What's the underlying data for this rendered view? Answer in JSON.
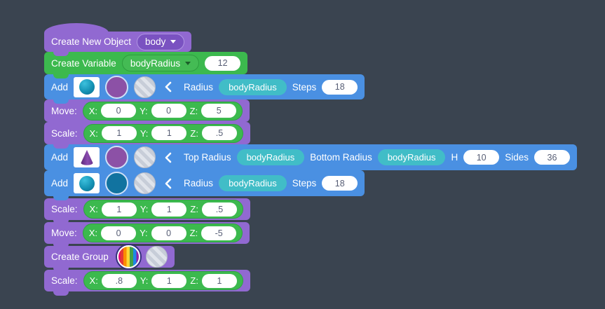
{
  "colors": {
    "background": "#3a4450",
    "purple_block": "#9169d1",
    "green_block": "#3cb94e",
    "blue_block": "#4a90e2",
    "variable_pill": "#41bdc7",
    "input_text": "#575e75"
  },
  "icons": {
    "shape_previews": [
      "sphere-icon",
      "cone-icon"
    ],
    "swatches": [
      "color-swatch",
      "material-swatch",
      "rainbow-color-swatch"
    ],
    "controls": [
      "collapse-chevron-icon",
      "dropdown-caret-icon"
    ]
  },
  "axis": {
    "x": "X:",
    "y": "Y:",
    "z": "Z:"
  },
  "blocks": [
    {
      "label": "Create New Object",
      "dropdown": "body"
    },
    {
      "label": "Create Variable",
      "dropdown": "bodyRadius",
      "value": "12"
    },
    {
      "label": "Add",
      "shape": "sphere",
      "radius_label": "Radius",
      "radius_var": "bodyRadius",
      "steps_label": "Steps",
      "steps_value": "18"
    },
    {
      "label": "Move:",
      "x": "0",
      "y": "0",
      "z": "5"
    },
    {
      "label": "Scale:",
      "x": "1",
      "y": "1",
      "z": ".5"
    },
    {
      "label": "Add",
      "shape": "cone",
      "top_radius_label": "Top Radius",
      "top_radius_var": "bodyRadius",
      "bottom_radius_label": "Bottom Radius",
      "bottom_radius_var": "bodyRadius",
      "h_label": "H",
      "h_value": "10",
      "sides_label": "Sides",
      "sides_value": "36"
    },
    {
      "label": "Add",
      "shape": "sphere",
      "radius_label": "Radius",
      "radius_var": "bodyRadius",
      "steps_label": "Steps",
      "steps_value": "18"
    },
    {
      "label": "Scale:",
      "x": "1",
      "y": "1",
      "z": ".5"
    },
    {
      "label": "Move:",
      "x": "0",
      "y": "0",
      "z": "-5"
    },
    {
      "label": "Create Group"
    },
    {
      "label": "Scale:",
      "x": ".8",
      "y": "1",
      "z": "1"
    }
  ]
}
